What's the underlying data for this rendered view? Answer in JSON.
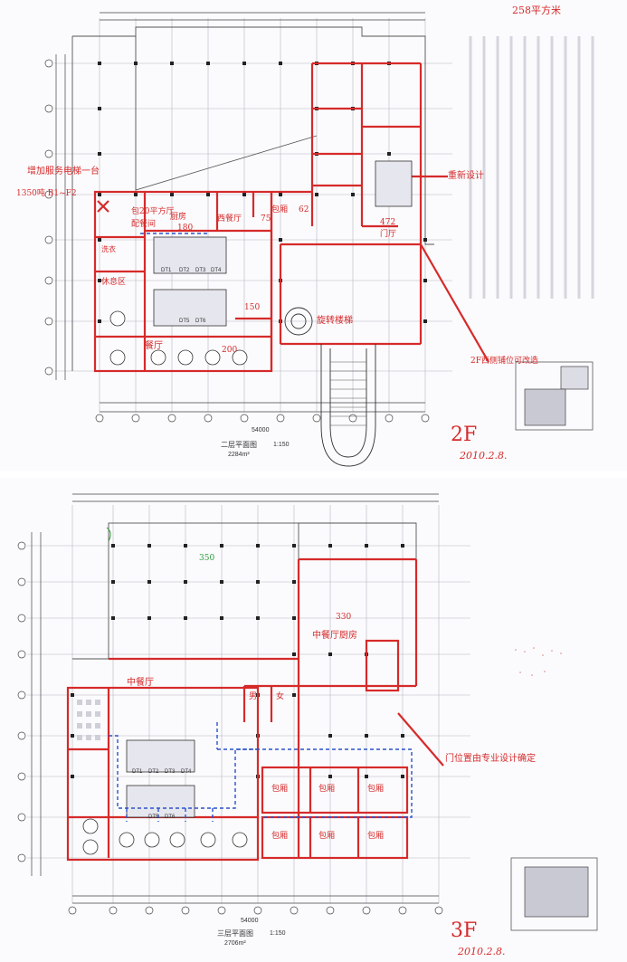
{
  "sheet_2f": {
    "top_note": "258平方米",
    "left_note_1": "增加服务电梯一台",
    "left_note_2": "1350吨 B1~F2",
    "room_labels": [
      "包20平方厅",
      "配餐间",
      "厨房",
      "西餐厅",
      "包厢",
      "门厅",
      "洗衣",
      "休息区",
      "餐厅"
    ],
    "room_numbers": [
      "180",
      "75",
      "62",
      "150",
      "200",
      "472"
    ],
    "room_codes": [
      "DT1",
      "DT2",
      "DT3",
      "DT4",
      "DT5",
      "DT6"
    ],
    "stair_note": "旋转楼梯",
    "right_note_1": "重新设计",
    "right_note_2": "2F西侧铺位可改造",
    "dimension_total": "54000",
    "plan_title": "二层平面图",
    "plan_scale": "1:150",
    "plan_area": "2284m²",
    "floor_mark": "2F",
    "date": "2010.2.8."
  },
  "sheet_3f": {
    "room_labels": [
      "中餐厅",
      "中餐厅厨房",
      "男",
      "女",
      "包厢",
      "包厢",
      "包厢",
      "包厢",
      "包厢",
      "包厢"
    ],
    "room_numbers": [
      "330",
      "350"
    ],
    "room_codes": [
      "DT1",
      "DT2",
      "DT3",
      "DT4",
      "DT5",
      "DT6"
    ],
    "right_note": "门位置由专业设计确定",
    "dimension_total": "54000",
    "plan_title": "三层平面图",
    "plan_scale": "1:150",
    "plan_area": "2706m²",
    "floor_mark": "3F",
    "date": "2010.2.8."
  },
  "colors": {
    "markup_red": "#d62a2a",
    "markup_blue": "#2b52c8",
    "grid": "#8a8a8a",
    "ink": "#333333"
  }
}
